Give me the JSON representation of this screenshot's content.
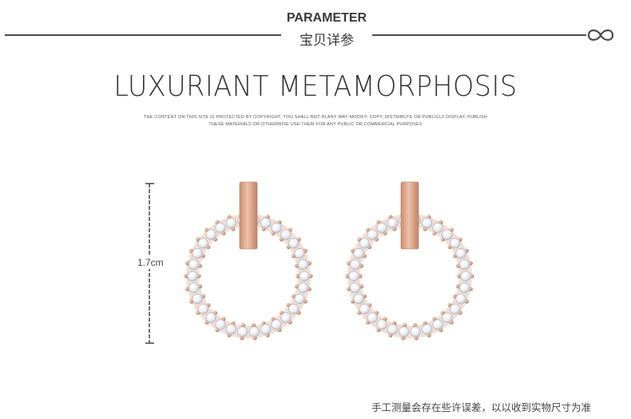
{
  "header": {
    "title": "PARAMETER",
    "subtitle": "宝贝详参",
    "icon": "infinity-icon"
  },
  "headline": "LUXURIANT METAMORPHOSIS",
  "copyright": {
    "line1": "THE CONTENT ON THIS SITE IS PROTECTED BY COPYRIGHT, YOU SHALL NOT IN ANY WAY MODIFY, COPY, DISTRIBUTE OR PUBLICLY DISPLAY, PUBLISH",
    "line2": "THESE MATERIALS OR OTHERWISE USE THEM FOR ANY PUBLIC OR COMMERCIAL PURPOSES"
  },
  "product": {
    "size_label": "1.7cm",
    "image": "rose-gold-circle-earrings",
    "colors": {
      "metal": "#d8a488",
      "metal_dark": "#b67a5d",
      "stone": "#f4f4f6",
      "stone_edge": "#b9b9c2"
    }
  },
  "footer": {
    "note": "手工测量会存在些许误差，以以收到实物尺寸为准"
  }
}
